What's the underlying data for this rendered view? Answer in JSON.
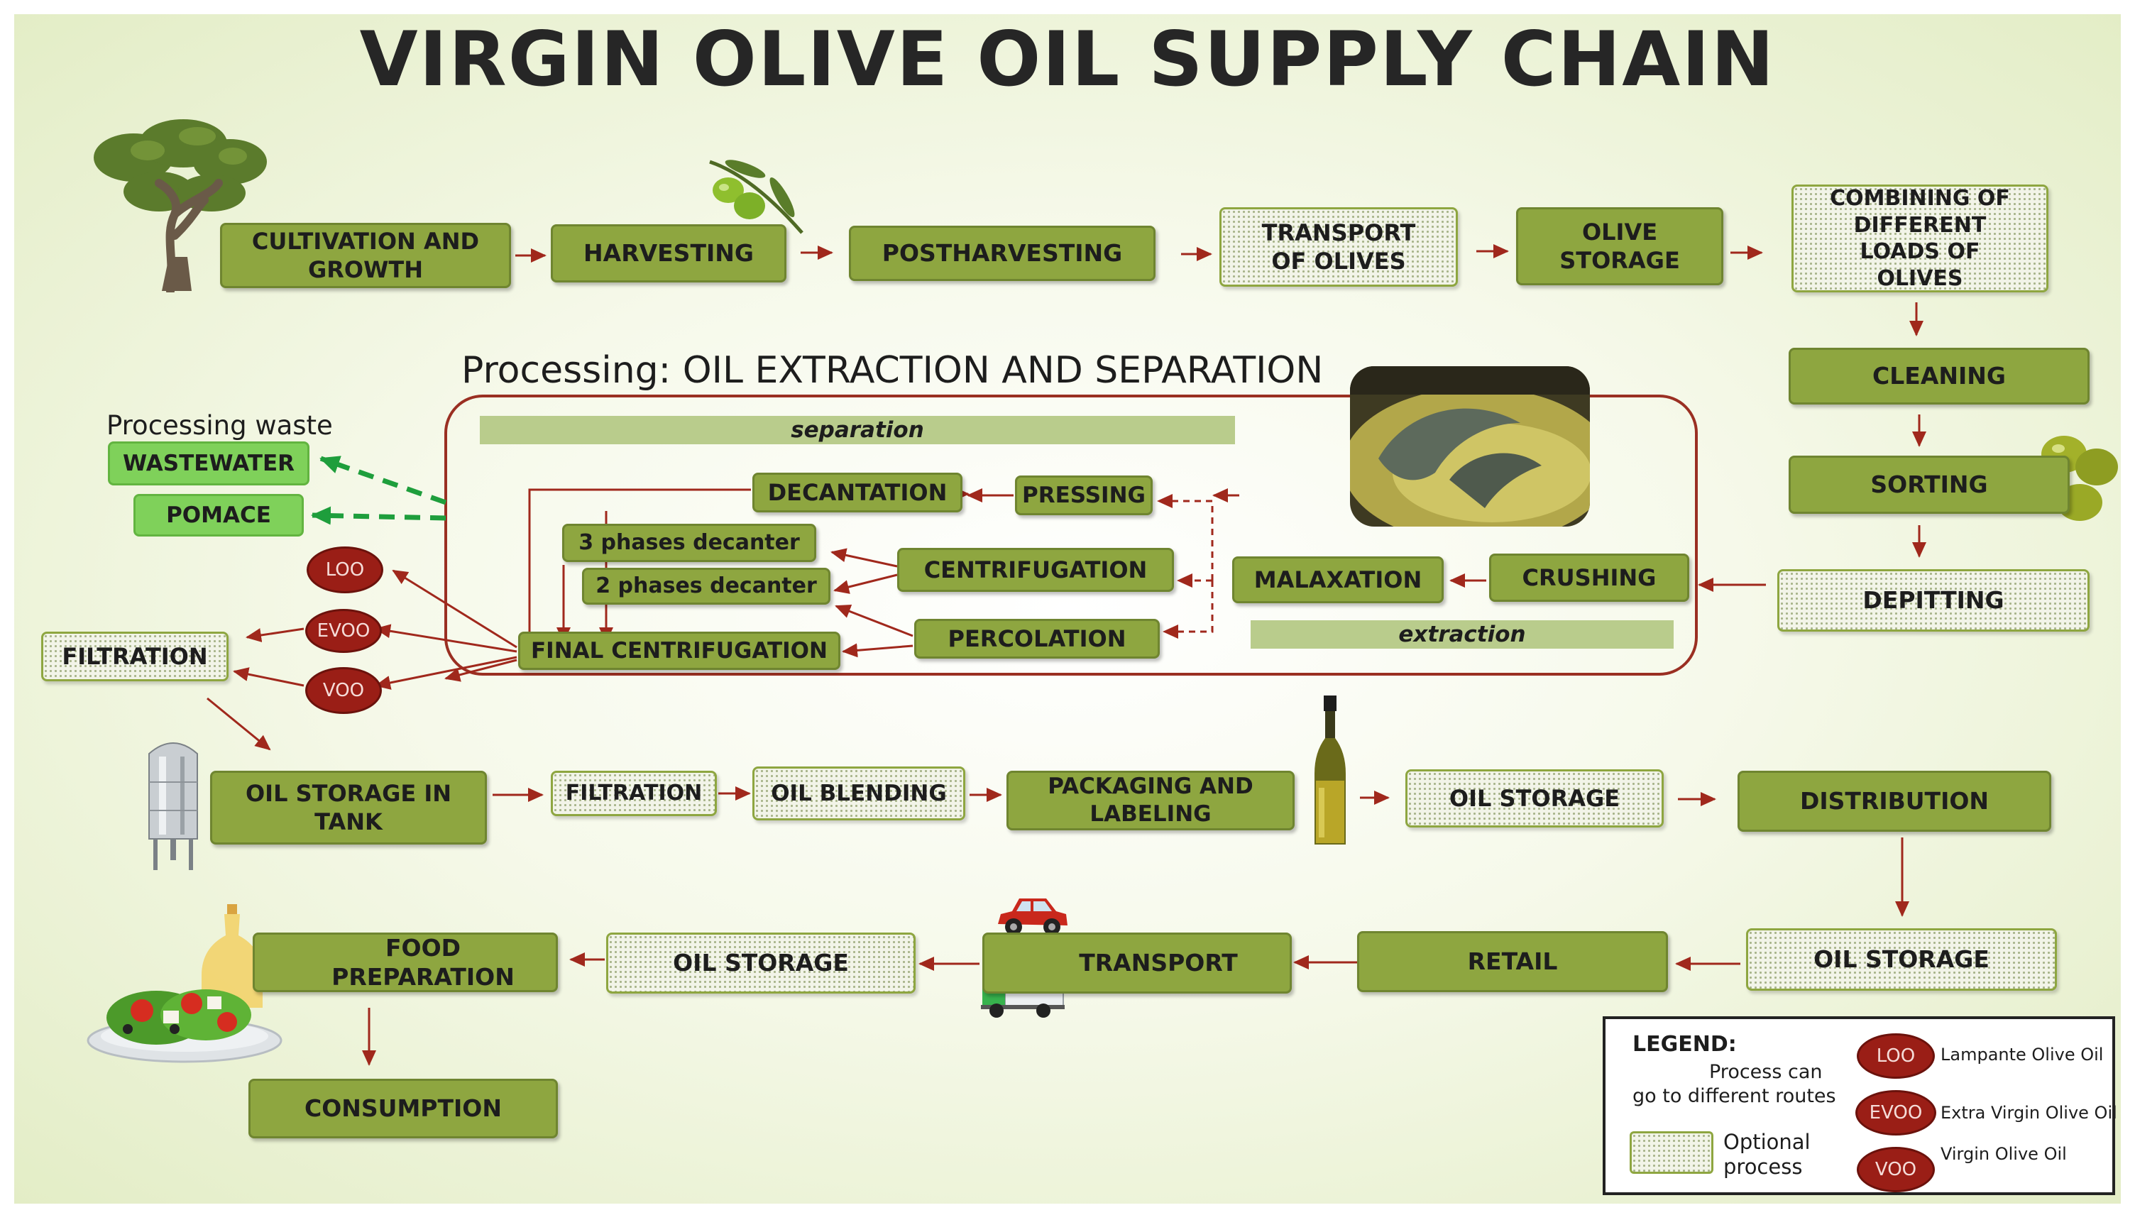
{
  "title": "VIRGIN OLIVE OIL SUPPLY CHAIN",
  "processing_title": "Processing: OIL EXTRACTION AND SEPARATION",
  "separation_label": "separation",
  "extraction_label": "extraction",
  "waste_title": "Processing waste",
  "steps": {
    "cultivation": "CULTIVATION AND GROWTH",
    "harvesting": "HARVESTING",
    "postharvesting": "POSTHARVESTING",
    "transport_olives": "TRANSPORT OF OLIVES",
    "olive_storage": "OLIVE STORAGE",
    "combining": "COMBINING OF DIFFERENT LOADS OF OLIVES",
    "cleaning": "CLEANING",
    "sorting": "SORTING",
    "depitting": "DEPITTING",
    "crushing": "CRUSHING",
    "malaxation": "MALAXATION",
    "centrifugation": "CENTRIFUGATION",
    "percolation": "PERCOLATION",
    "pressing": "PRESSING",
    "decantation": "DECANTATION",
    "three_phase": "3 phases decanter",
    "two_phase": "2 phases decanter",
    "final_centrifugation": "FINAL CENTRIFUGATION",
    "wastewater": "WASTEWATER",
    "pomace": "POMACE",
    "filtration_left": "FILTRATION",
    "oil_storage_tank": "OIL STORAGE IN TANK",
    "filtration": "FILTRATION",
    "oil_blending": "OIL BLENDING",
    "packaging": "PACKAGING AND LABELING",
    "oil_storage_1": "OIL STORAGE",
    "distribution": "DISTRIBUTION",
    "oil_storage_2": "OIL STORAGE",
    "retail": "RETAIL",
    "transport": "TRANSPORT",
    "oil_storage_3": "OIL STORAGE",
    "food_preparation": "FOOD PREPARATION",
    "consumption": "CONSUMPTION"
  },
  "oils": {
    "loo": "LOO",
    "evoo": "EVOO",
    "voo": "VOO"
  },
  "legend": {
    "title": "LEGEND:",
    "routes": "Process can go to different routes",
    "optional": "Optional process",
    "loo": "Lampante Olive Oil",
    "evoo": "Extra Virgin Olive Oil",
    "voo": "Virgin Olive Oil"
  },
  "colors": {
    "process_green": "#8ea640",
    "waste_green": "#7fd15a",
    "arrow_red": "#a0281c",
    "waste_arrow": "#1e9e3c",
    "oil_red": "#9a1e16"
  },
  "icons": [
    "olive-tree-icon",
    "olive-branch-icon",
    "olives-icon",
    "mill-photo-icon",
    "steel-tank-icon",
    "oil-bottle-icon",
    "car-icon",
    "truck-icon",
    "salad-icon"
  ]
}
